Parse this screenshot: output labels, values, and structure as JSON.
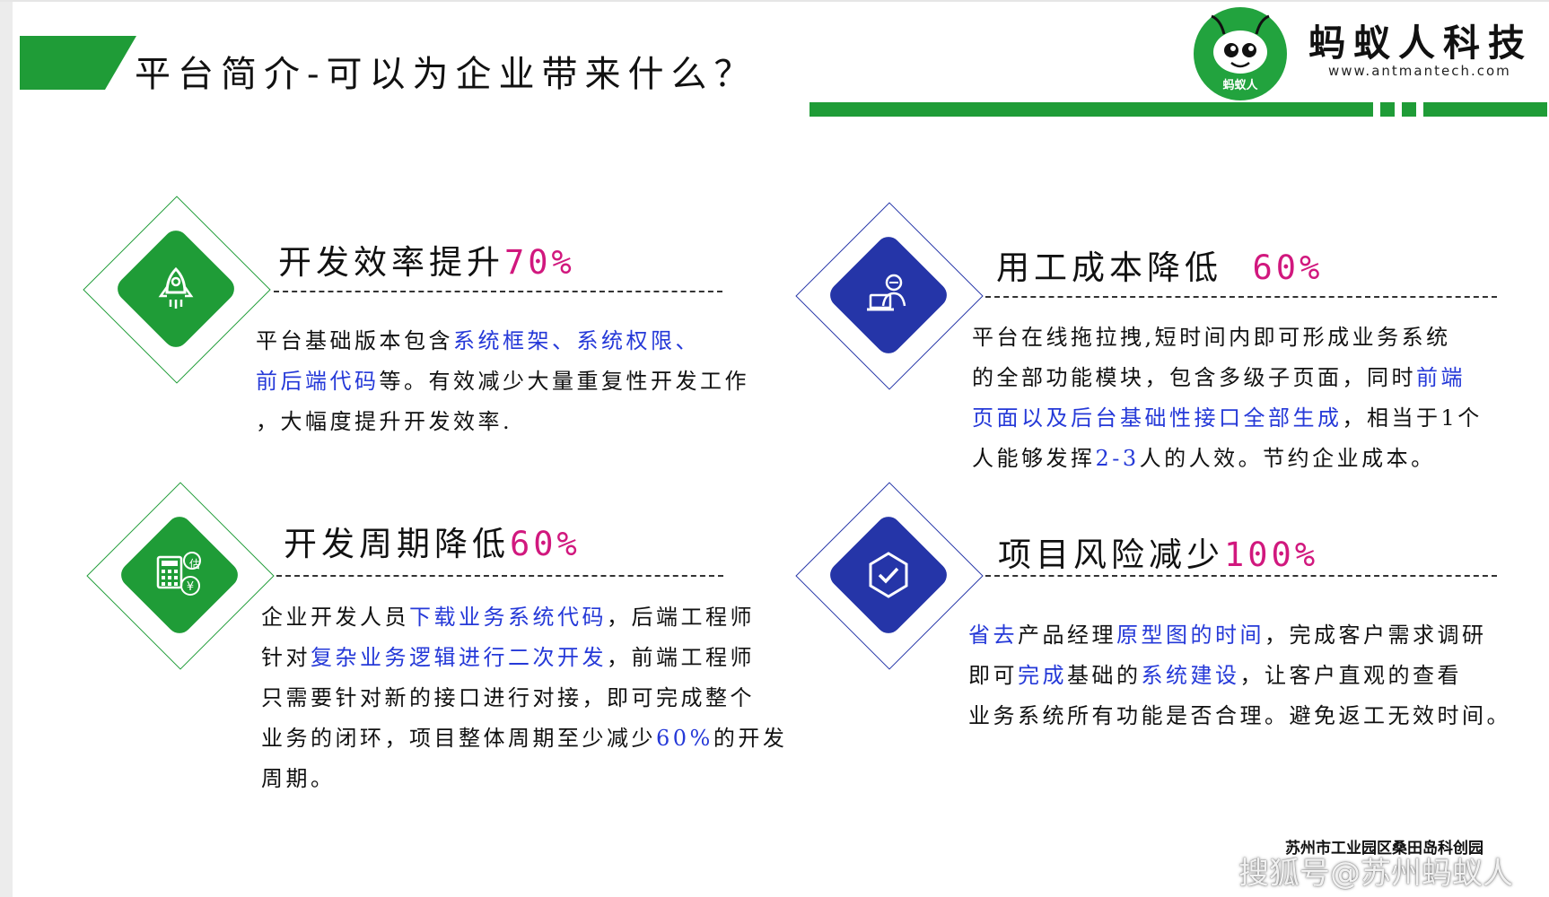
{
  "header": {
    "title": "平台简介-可以为企业带来什么？",
    "brand_name": "蚂蚁人科技",
    "brand_url": "www.antmantech.com",
    "logo_label": "蚂蚁人",
    "accent_green": "#1f9c37",
    "accent_blue": "#2535a8"
  },
  "cards": [
    {
      "heading": "开发效率提升",
      "percent": "70%",
      "icon": "rocket-icon",
      "segments": [
        {
          "text": "平台基础版本包含",
          "hl": false
        },
        {
          "text": "系统框架、系统权限、",
          "hl": true
        },
        {
          "text": "前后端代码",
          "hl": true
        },
        {
          "text": "等。有效减少大量重复性开发工作",
          "hl": false
        },
        {
          "text": "，大幅度提升开发效率.",
          "hl": false
        }
      ]
    },
    {
      "heading": "用工成本降低",
      "percent": "60%",
      "icon": "developer-laptop-icon",
      "segments": [
        {
          "text": "平台在线拖拉拽,短时间内即可形成业务系统",
          "hl": false
        },
        {
          "text": "的全部功能模块，包含多级子页面，同时",
          "hl": false
        },
        {
          "text": "前端",
          "hl": true
        },
        {
          "text": "页面以及后台基础性接口全部生成",
          "hl": true
        },
        {
          "text": "，相当于1个",
          "hl": false
        },
        {
          "text": "人能够发挥",
          "hl": false
        },
        {
          "text": "2-3",
          "hl": true
        },
        {
          "text": "人的人效。节约企业成本。",
          "hl": false
        }
      ]
    },
    {
      "heading": "开发周期降低",
      "percent": "60%",
      "icon": "calculator-estimate-icon",
      "icon_label": "估",
      "segments": [
        {
          "text": "企业开发人员",
          "hl": false
        },
        {
          "text": "下载业务系统代码",
          "hl": true
        },
        {
          "text": "，后端工程师",
          "hl": false
        },
        {
          "text": "针对",
          "hl": false
        },
        {
          "text": "复杂业务逻辑进行二次开发",
          "hl": true
        },
        {
          "text": "，前端工程师",
          "hl": false
        },
        {
          "text": "只需要针对新的接口进行对接，即可完成整个",
          "hl": false
        },
        {
          "text": "业务的闭环，项目整体周期至少减少",
          "hl": false
        },
        {
          "text": "60%",
          "hl": true
        },
        {
          "text": "的开发",
          "hl": false
        },
        {
          "text": "周期。",
          "hl": false
        }
      ]
    },
    {
      "heading": "项目风险减少",
      "percent": "100%",
      "icon": "check-shield-icon",
      "segments": [
        {
          "text": "省去",
          "hl": true
        },
        {
          "text": "产品经理",
          "hl": false
        },
        {
          "text": "原型图的时间",
          "hl": true
        },
        {
          "text": "，完成客户需求调研",
          "hl": false
        },
        {
          "text": "即可",
          "hl": false
        },
        {
          "text": "完成",
          "hl": true
        },
        {
          "text": "基础的",
          "hl": false
        },
        {
          "text": "系统建设",
          "hl": true
        },
        {
          "text": "，让客户直观的查看",
          "hl": false
        },
        {
          "text": "业务系统所有功能是否合理。避免返工无效时间。",
          "hl": false
        }
      ]
    }
  ],
  "footer": {
    "address": "苏州市工业园区桑田岛科创园",
    "watermark": "搜狐号@苏州蚂蚁人"
  }
}
